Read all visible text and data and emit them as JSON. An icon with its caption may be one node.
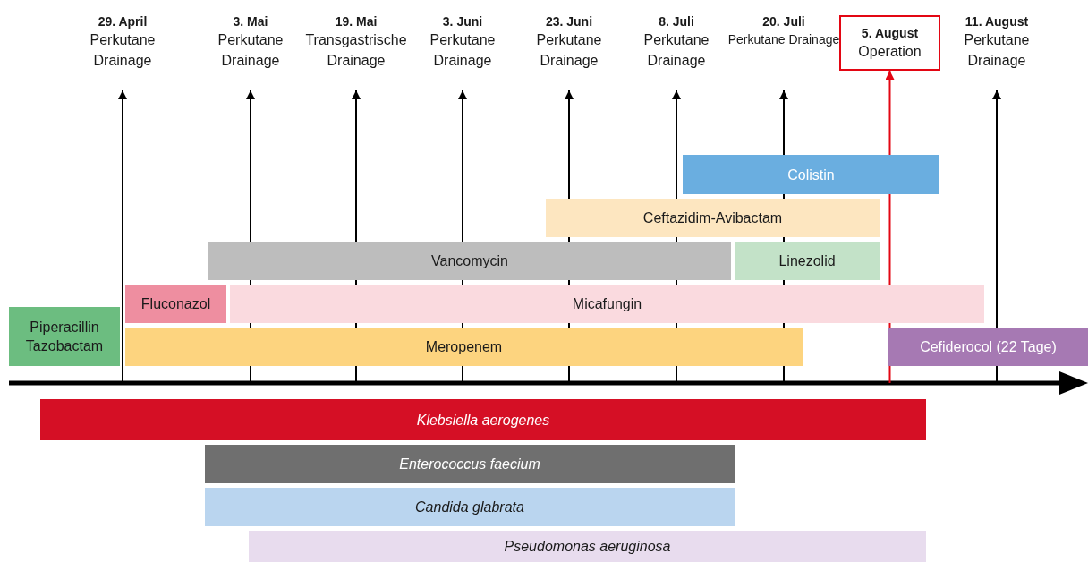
{
  "diagram": {
    "nodes": [
      {
        "text": [
          "29. April",
          "Perkutane Drainage"
        ]
      },
      {
        "text": [
          "3. Mai",
          "Perkutane Drainage"
        ]
      },
      {
        "text": [
          "19. Mai",
          "Transgastrische Drainage"
        ]
      },
      {
        "text": [
          "3. Juni",
          "Perkutane Drainage"
        ]
      },
      {
        "text": [
          "23. Juni",
          "Perkutane Drainage"
        ]
      },
      {
        "text": [
          "8. Juli",
          "Perkutane Drainage"
        ]
      },
      {
        "text": [
          "20. Juli",
          "Perkutane Drainage"
        ]
      },
      {
        "text": [
          "5. August",
          "Operation"
        ]
      },
      {
        "text": [
          "11. August",
          "Perkutane Drainage"
        ]
      },
      {
        "text": [
          "Colistin"
        ]
      },
      {
        "text": [
          "Ceftazidim-Avibactam"
        ]
      },
      {
        "text": [
          "Vancomycin"
        ]
      },
      {
        "text": [
          "Linezolid"
        ]
      },
      {
        "text": [
          "Fluconazol"
        ]
      },
      {
        "text": [
          "Micafungin"
        ]
      },
      {
        "text": [
          "Piperacillin Tazobactam"
        ]
      },
      {
        "text": [
          "Meropenem"
        ]
      },
      {
        "text": [
          "Cefiderocol (22 Tage)"
        ]
      },
      {
        "text": [
          "Klebsiella aerogenes"
        ]
      },
      {
        "text": [
          "Enterococcus faecium"
        ]
      },
      {
        "text": [
          "Candida glabrata"
        ]
      },
      {
        "text": [
          "Pseudomonas aeruginosa"
        ]
      }
    ],
    "edges": [
      {
        "from": null,
        "to": 0,
        "arrow": "to"
      },
      {
        "from": null,
        "to": 1,
        "arrow": "to"
      },
      {
        "from": null,
        "to": 2,
        "arrow": "to"
      },
      {
        "from": null,
        "to": 3,
        "arrow": "to"
      },
      {
        "from": null,
        "to": 4,
        "arrow": "to"
      },
      {
        "from": null,
        "to": 5,
        "arrow": "to"
      },
      {
        "from": null,
        "to": 6,
        "arrow": "to"
      },
      {
        "from": null,
        "to": 7,
        "arrow": "to",
        "color": "#e30613"
      },
      {
        "from": null,
        "to": 8,
        "arrow": "to"
      }
    ]
  }
}
